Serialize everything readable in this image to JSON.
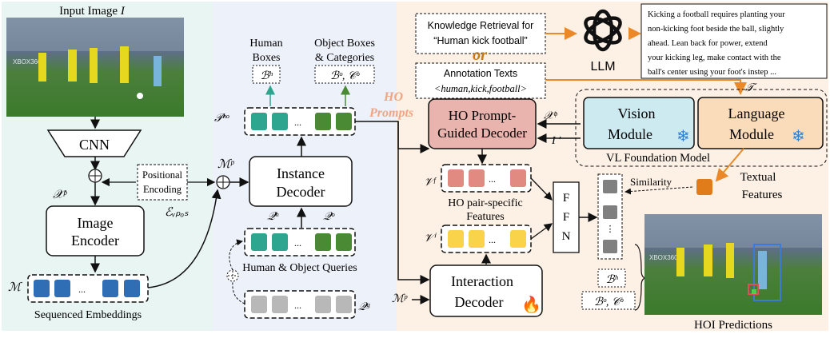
{
  "left": {
    "input_title": "Input Image",
    "input_symbol": "I",
    "cnn": "CNN",
    "xp": "𝒳ᵖ",
    "positional_line1": "Positional",
    "positional_line2": "Encoding",
    "pos_symbol": "ℰᵥₚₒₛ",
    "image_encoder_line1": "Image",
    "image_encoder_line2": "Encoder",
    "m_symbol": "ℳ",
    "seq_emb": "Sequenced Embeddings"
  },
  "middle": {
    "human_boxes_line1": "Human",
    "human_boxes_line2": "Boxes",
    "bh": "ℬʰ",
    "obj_boxes_line1": "Object Boxes",
    "obj_boxes_line2": "& Categories",
    "bo_co": "ℬᵒ, 𝒞ᵒ",
    "pho": "𝒫ʰᵒ",
    "mp": "ℳᵖ",
    "instance_line1": "Instance",
    "instance_line2": "Decoder",
    "qh": "𝒬ʰ",
    "qo": "𝒬ᵒ",
    "queries_label": "Human & Object Queries",
    "qg": "𝒬ᵍ",
    "ellipsis": "..."
  },
  "right": {
    "knowledge_line1": "Knowledge Retrieval for",
    "knowledge_line2": "“Human kick football”",
    "or": "or",
    "annot_line1": "Annotation Texts",
    "annot_line2": "<human,kick,football>",
    "llm": "LLM",
    "llm_text": [
      "Kicking a football requires planting your",
      "non-kicking foot beside the ball, slightly",
      "ahead.  Lean back for power, extend",
      "your kicking leg, make contact with the",
      "ball's center using your foot's instep ..."
    ],
    "t_symbol": "𝒯",
    "ho_prompts_line1": "HO",
    "ho_prompts_line2": "Prompts",
    "ho_decoder_line1": "HO Prompt-",
    "ho_decoder_line2": "Guided Decoder",
    "xq": "𝒳ᵠ",
    "iprime": "I ′",
    "vision_line1": "Vision",
    "vision_line2": "Module",
    "language_line1": "Language",
    "language_line2": "Module",
    "vl_label": "VL Foundation Model",
    "vf": "𝒱ᶠ",
    "ho_pair_line1": "HO pair-specific",
    "ho_pair_line2": "Features",
    "vi": "𝒱ⁱ",
    "ffn": [
      "F",
      "F",
      "N"
    ],
    "similarity": "Similarity",
    "textual_line1": "Textual",
    "textual_line2": "Features",
    "mp2": "ℳᵖ",
    "interaction_line1": "Interaction",
    "interaction_line2": "Decoder",
    "bh2": "ℬʰ",
    "bo_co2": "ℬᵒ, 𝒞ᵒ",
    "hoi_pred": "HOI Predictions"
  },
  "colors": {
    "left_bg": "#e8f5f2",
    "mid_bg": "#edf1fa",
    "right_bg": "#fdf0e4",
    "teal": "#2ea58f",
    "green": "#4a8a35",
    "blue": "#2f6eb5",
    "yellow": "#f9d34a",
    "red": "#e08a82",
    "gray": "#b8b8b8",
    "orange": "#e9892a",
    "vision": "#cdeaf0",
    "language": "#fbdcba",
    "ho_decoder": "#e9b4ae"
  }
}
